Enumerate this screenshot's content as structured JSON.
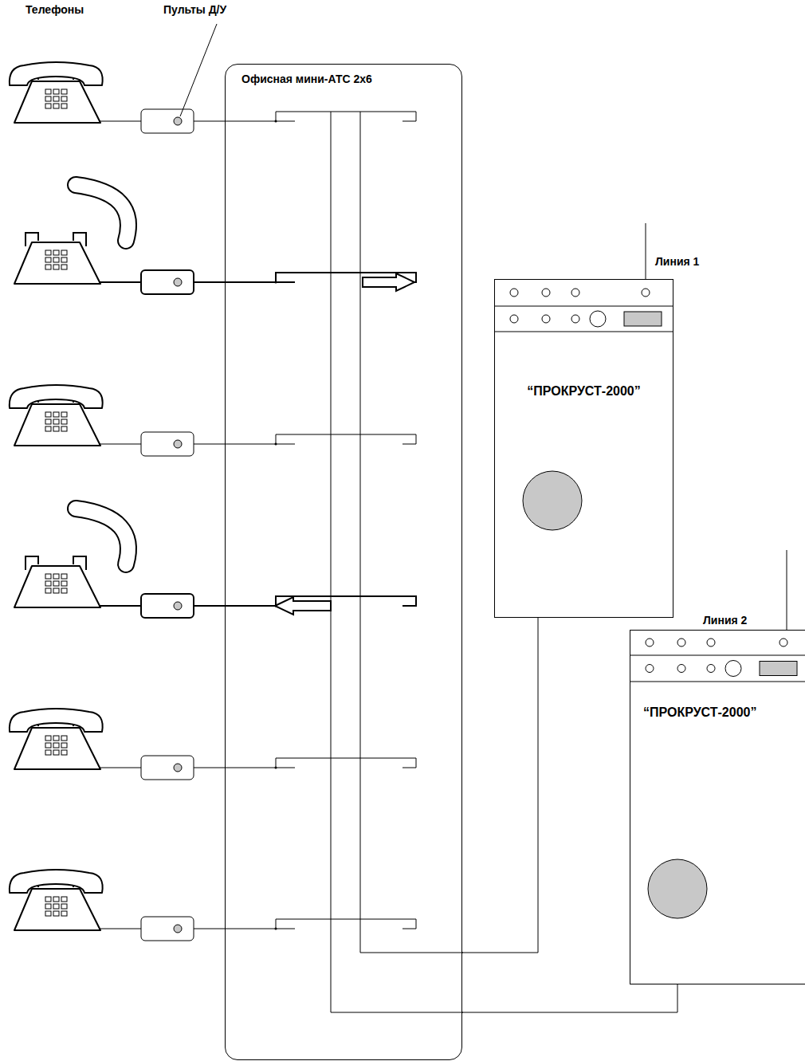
{
  "diagram": {
    "nodes": [
      {
        "text": [
          "Офисная мини-АТС 2х6"
        ]
      },
      {
        "text": [
          "“ПРОКРУСТ-2000”"
        ]
      },
      {
        "text": [
          "“ПРОКРУСТ-2000”"
        ]
      }
    ],
    "edges": [
      {
        "from": 1,
        "to": 0,
        "arrow": "none"
      },
      {
        "from": 2,
        "to": 0,
        "arrow": "none"
      }
    ],
    "labels": [
      "Телефоны",
      "Пульты Д/У",
      "Линия 1",
      "Линия 2"
    ]
  }
}
